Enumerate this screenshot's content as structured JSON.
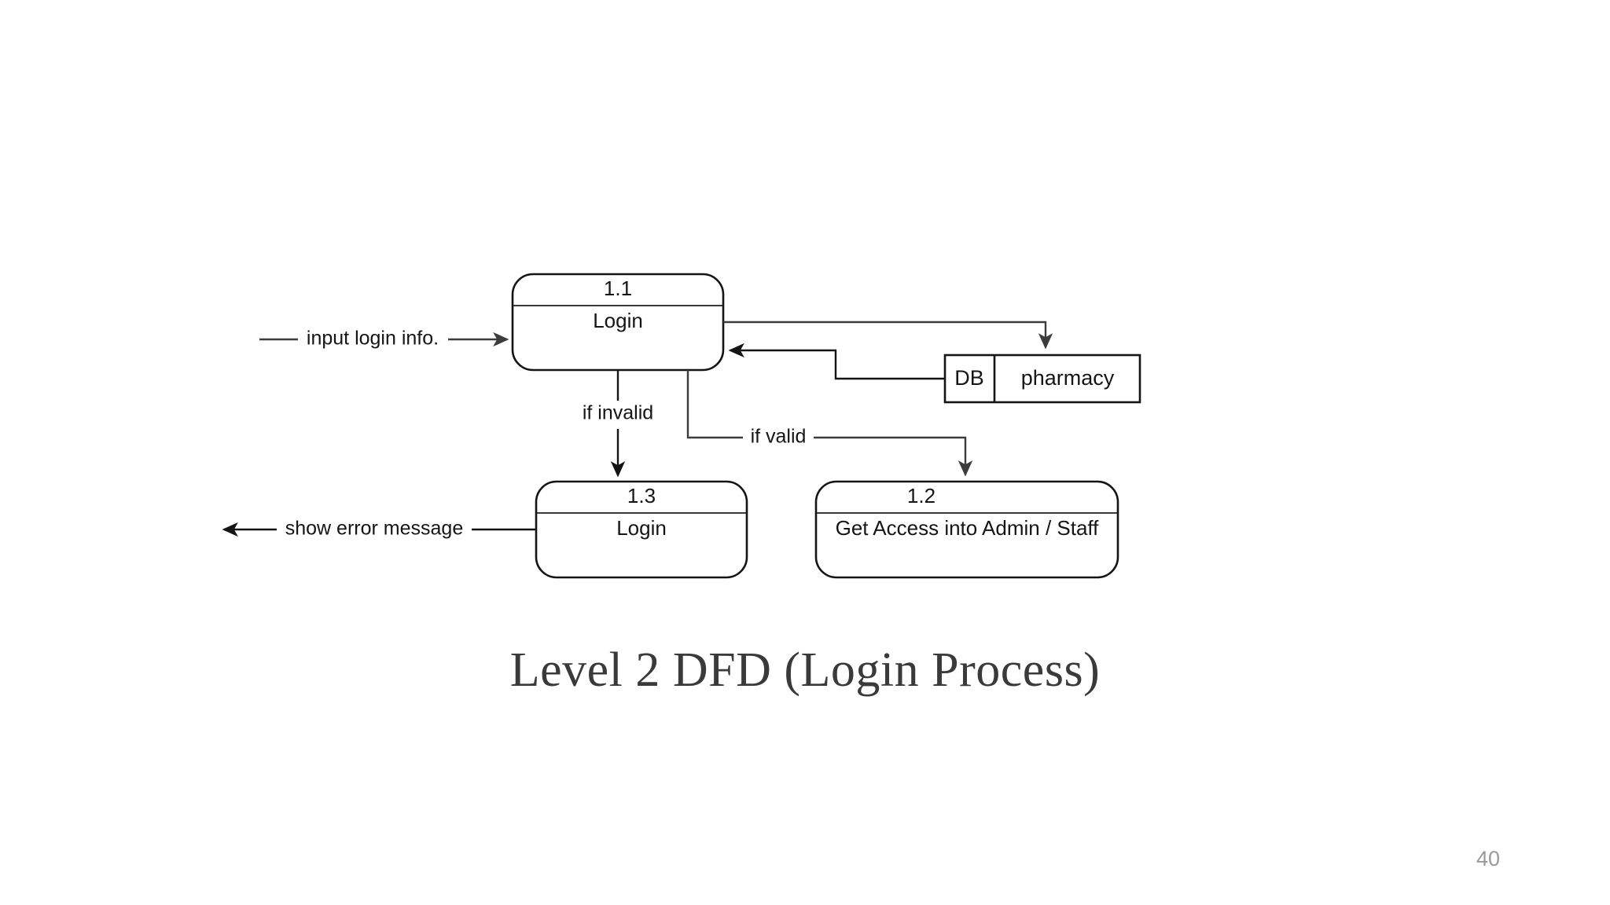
{
  "slide": {
    "title": "Level 2 DFD (Login Process)",
    "page_number": "40",
    "background_color": "#ffffff",
    "stroke_color": "#141414",
    "text_color": "#151515",
    "title_color": "#3a3a3a",
    "page_number_color": "#9a9a9a"
  },
  "diagram": {
    "type": "data-flow-diagram",
    "level": "Level 2",
    "processes": [
      {
        "id": "1.1",
        "number": "1.1",
        "label": "Login"
      },
      {
        "id": "1.3",
        "number": "1.3",
        "label": "Login"
      },
      {
        "id": "1.2",
        "number": "1.2",
        "label": "Get Access into Admin / Staff"
      }
    ],
    "data_stores": [
      {
        "id": "DB",
        "key": "DB",
        "label": "pharmacy"
      }
    ],
    "flows": [
      {
        "from": "external",
        "to": "1.1",
        "label": "input login info."
      },
      {
        "from": "1.1",
        "to": "DB",
        "label": ""
      },
      {
        "from": "DB",
        "to": "1.1",
        "label": ""
      },
      {
        "from": "1.1",
        "to": "1.3",
        "label": "if invalid"
      },
      {
        "from": "1.1",
        "to": "1.2",
        "label": "if valid"
      },
      {
        "from": "1.3",
        "to": "external",
        "label": "show error message"
      }
    ]
  }
}
